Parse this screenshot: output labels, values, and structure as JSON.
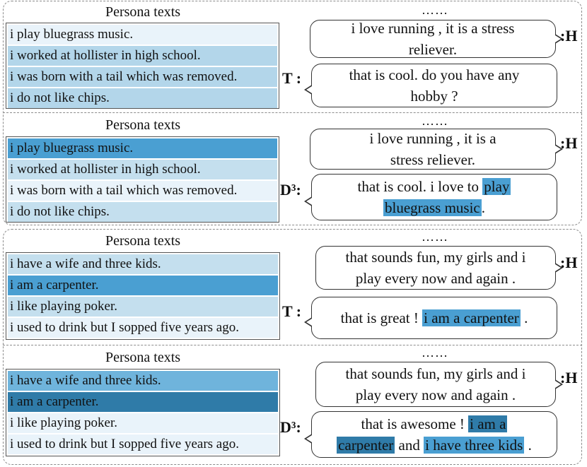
{
  "colors": {
    "lightest": "#e9f3fa",
    "light": "#c4dfee",
    "mid": "#b3d6ea",
    "strong": "#4a9fd2",
    "medium": "#6fb4dc",
    "dark": "#2f7ba8",
    "highlight": "#4a9fd2",
    "highlight_dark": "#2f7ba8"
  },
  "panels": [
    {
      "title": "Persona texts",
      "persona": [
        {
          "text": "i play bluegrass music.",
          "shade": "lightest"
        },
        {
          "text": "i worked at hollister in high school.",
          "shade": "mid"
        },
        {
          "text": "i was born with a tail which was removed.",
          "shade": "mid"
        },
        {
          "text": "i do not like chips.",
          "shade": "mid"
        }
      ],
      "dots": "……",
      "human_label": ":H",
      "human_line1": "i love running , it is a stress",
      "human_line2": "reliever.",
      "model_label": "T :",
      "model_line1": "that is cool. do you have any",
      "model_line2": "hobby ?"
    },
    {
      "title": "Persona texts",
      "persona": [
        {
          "text": "i play bluegrass music.",
          "shade": "strong"
        },
        {
          "text": "i worked at hollister in high school.",
          "shade": "light"
        },
        {
          "text": "i was born with a tail which was removed.",
          "shade": "lightest"
        },
        {
          "text": "i do not like chips.",
          "shade": "light"
        }
      ],
      "dots": "……",
      "human_label": ":H",
      "human_line1": "i love running , it is a",
      "human_line2": "stress reliever.",
      "model_label": "D³:",
      "model_pre": "that is cool. i love to ",
      "model_hl1": "play",
      "model_hl2": "bluegrass music",
      "model_post": "."
    },
    {
      "title": "Persona texts",
      "persona": [
        {
          "text": "i have a wife and three kids.",
          "shade": "light"
        },
        {
          "text": "i am a carpenter.",
          "shade": "strong"
        },
        {
          "text": "i like playing poker.",
          "shade": "light"
        },
        {
          "text": "i used to drink but I sopped five years ago.",
          "shade": "lightest"
        }
      ],
      "dots": "……",
      "human_label": ":H",
      "human_line1": "that sounds fun, my girls and i",
      "human_line2": "play every now and again .",
      "model_label": "T :",
      "model_pre": "that is great ! ",
      "model_hl": "i am a carpenter",
      "model_post": " ."
    },
    {
      "title": "Persona texts",
      "persona": [
        {
          "text": "i have a wife and three kids.",
          "shade": "medium"
        },
        {
          "text": "i am a carpenter.",
          "shade": "dark"
        },
        {
          "text": "i like playing poker.",
          "shade": "lightest"
        },
        {
          "text": "i used to drink but I sopped five years ago.",
          "shade": "lightest"
        }
      ],
      "dots": "……",
      "human_label": ":H",
      "human_line1": "that sounds fun, my girls and i",
      "human_line2": "play every now and again .",
      "model_label": "D³:",
      "model_pre": "that is awesome ! ",
      "model_hl1": "i am a",
      "model_hl2": "carpenter",
      "model_mid": " and ",
      "model_hl3": "i have three kids",
      "model_post": " ."
    }
  ]
}
